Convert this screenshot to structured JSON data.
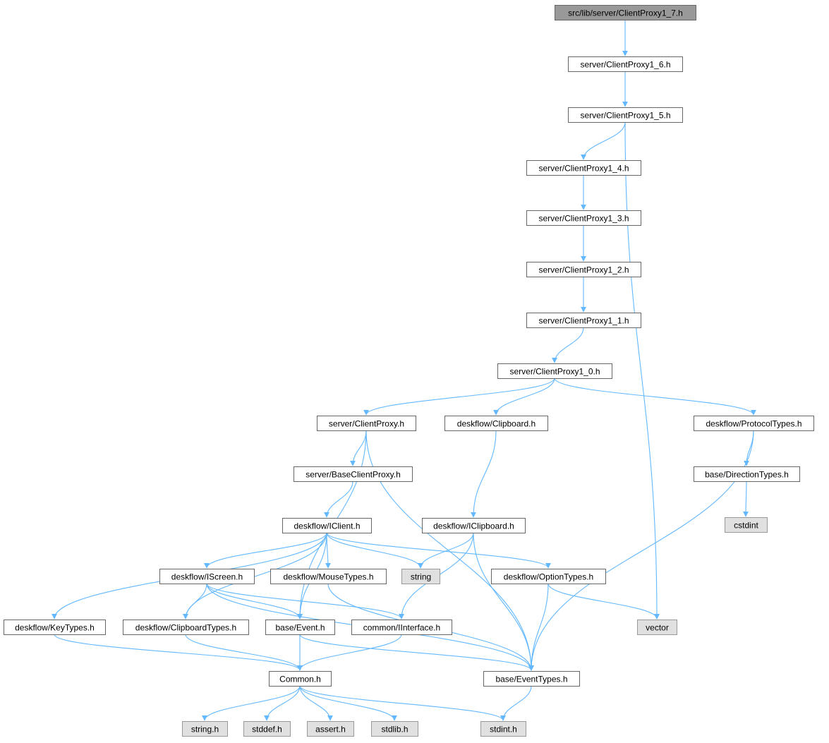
{
  "diagram": {
    "title": "",
    "edge_color": "#63b8ff",
    "nodes": [
      {
        "id": "root",
        "label": "src/lib/server/ClientProxy1_7.h",
        "kind": "root"
      },
      {
        "id": "cp16",
        "label": "server/ClientProxy1_6.h",
        "kind": "normal"
      },
      {
        "id": "cp15",
        "label": "server/ClientProxy1_5.h",
        "kind": "normal"
      },
      {
        "id": "cp14",
        "label": "server/ClientProxy1_4.h",
        "kind": "normal"
      },
      {
        "id": "cp13",
        "label": "server/ClientProxy1_3.h",
        "kind": "normal"
      },
      {
        "id": "cp12",
        "label": "server/ClientProxy1_2.h",
        "kind": "normal"
      },
      {
        "id": "cp11",
        "label": "server/ClientProxy1_1.h",
        "kind": "normal"
      },
      {
        "id": "cp10",
        "label": "server/ClientProxy1_0.h",
        "kind": "normal"
      },
      {
        "id": "cp",
        "label": "server/ClientProxy.h",
        "kind": "normal"
      },
      {
        "id": "clip",
        "label": "deskflow/Clipboard.h",
        "kind": "normal"
      },
      {
        "id": "proto",
        "label": "deskflow/ProtocolTypes.h",
        "kind": "normal"
      },
      {
        "id": "bcp",
        "label": "server/BaseClientProxy.h",
        "kind": "normal"
      },
      {
        "id": "dir",
        "label": "base/DirectionTypes.h",
        "kind": "normal"
      },
      {
        "id": "cstdint",
        "label": "cstdint",
        "kind": "system"
      },
      {
        "id": "iclient",
        "label": "deskflow/IClient.h",
        "kind": "normal"
      },
      {
        "id": "iclip",
        "label": "deskflow/IClipboard.h",
        "kind": "normal"
      },
      {
        "id": "iscreen",
        "label": "deskflow/IScreen.h",
        "kind": "normal"
      },
      {
        "id": "mouse",
        "label": "deskflow/MouseTypes.h",
        "kind": "normal"
      },
      {
        "id": "string",
        "label": "string",
        "kind": "system"
      },
      {
        "id": "opt",
        "label": "deskflow/OptionTypes.h",
        "kind": "normal"
      },
      {
        "id": "key",
        "label": "deskflow/KeyTypes.h",
        "kind": "normal"
      },
      {
        "id": "cliptypes",
        "label": "deskflow/ClipboardTypes.h",
        "kind": "normal"
      },
      {
        "id": "event",
        "label": "base/Event.h",
        "kind": "normal"
      },
      {
        "id": "iinterface",
        "label": "common/IInterface.h",
        "kind": "normal"
      },
      {
        "id": "vector",
        "label": "vector",
        "kind": "system"
      },
      {
        "id": "common",
        "label": "Common.h",
        "kind": "normal"
      },
      {
        "id": "evtypes",
        "label": "base/EventTypes.h",
        "kind": "normal"
      },
      {
        "id": "stringh",
        "label": "string.h",
        "kind": "system"
      },
      {
        "id": "stddef",
        "label": "stddef.h",
        "kind": "system"
      },
      {
        "id": "assert",
        "label": "assert.h",
        "kind": "system"
      },
      {
        "id": "stdlib",
        "label": "stdlib.h",
        "kind": "system"
      },
      {
        "id": "stdint",
        "label": "stdint.h",
        "kind": "system"
      }
    ],
    "edges": [
      [
        "root",
        "cp16"
      ],
      [
        "cp16",
        "cp15"
      ],
      [
        "cp15",
        "cp14"
      ],
      [
        "cp15",
        "vector"
      ],
      [
        "cp14",
        "cp13"
      ],
      [
        "cp13",
        "cp12"
      ],
      [
        "cp12",
        "cp11"
      ],
      [
        "cp11",
        "cp10"
      ],
      [
        "cp10",
        "cp"
      ],
      [
        "cp10",
        "clip"
      ],
      [
        "cp10",
        "proto"
      ],
      [
        "cp",
        "bcp"
      ],
      [
        "cp",
        "event"
      ],
      [
        "cp",
        "evtypes"
      ],
      [
        "clip",
        "iclip"
      ],
      [
        "proto",
        "dir"
      ],
      [
        "proto",
        "evtypes"
      ],
      [
        "dir",
        "cstdint"
      ],
      [
        "bcp",
        "iclient"
      ],
      [
        "iclient",
        "key"
      ],
      [
        "iclient",
        "cliptypes"
      ],
      [
        "iclient",
        "iscreen"
      ],
      [
        "iclient",
        "mouse"
      ],
      [
        "iclient",
        "string"
      ],
      [
        "iclient",
        "opt"
      ],
      [
        "iclient",
        "event"
      ],
      [
        "iclip",
        "string"
      ],
      [
        "iclip",
        "iinterface"
      ],
      [
        "iclip",
        "evtypes"
      ],
      [
        "iscreen",
        "cliptypes"
      ],
      [
        "iscreen",
        "event"
      ],
      [
        "iscreen",
        "iinterface"
      ],
      [
        "iscreen",
        "evtypes"
      ],
      [
        "mouse",
        "evtypes"
      ],
      [
        "opt",
        "evtypes"
      ],
      [
        "opt",
        "vector"
      ],
      [
        "key",
        "common"
      ],
      [
        "cliptypes",
        "common"
      ],
      [
        "event",
        "common"
      ],
      [
        "event",
        "evtypes"
      ],
      [
        "iinterface",
        "common"
      ],
      [
        "common",
        "stringh"
      ],
      [
        "common",
        "stddef"
      ],
      [
        "common",
        "assert"
      ],
      [
        "common",
        "stdlib"
      ],
      [
        "common",
        "stdint"
      ],
      [
        "evtypes",
        "stdint"
      ]
    ]
  }
}
